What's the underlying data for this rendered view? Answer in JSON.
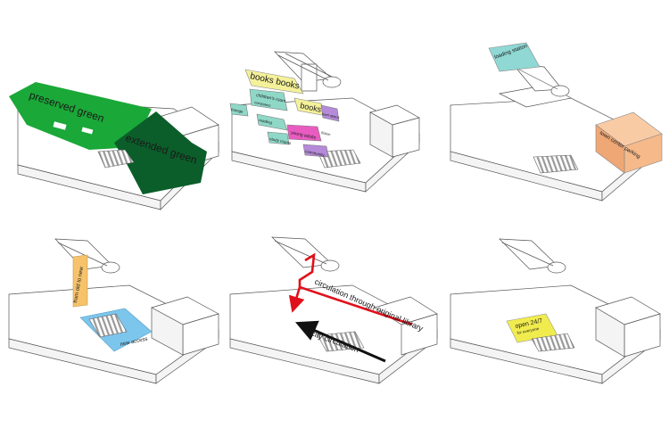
{
  "panels": {
    "p1": {
      "zones": {
        "preserved": "preserved green",
        "extended": "extended green"
      }
    },
    "p2": {
      "zones": {
        "books_a": "books  books",
        "books_b": "books",
        "childrens": "children's room",
        "community": "community",
        "teen": "teen space",
        "reading": "reading",
        "study": "study rooms",
        "young_adult": "young adults",
        "computers": "computers",
        "lounge": "lounge",
        "fiction": "fiction"
      }
    },
    "p3": {
      "zones": {
        "station": "loading station",
        "parking": "town center parking"
      }
    },
    "p4": {
      "zones": {
        "vertical": "from old to new",
        "access": "new access"
      }
    },
    "p5": {
      "zones": {
        "original": "circulation through original library",
        "city": "city circulation"
      }
    },
    "p6": {
      "zones": {
        "open": "open 24/7",
        "sub": "for everyone"
      }
    }
  },
  "colors": {
    "green_light": "#1aa838",
    "green_dark": "#0b5e2a",
    "yellow": "#f4f19a",
    "teal": "#8fd8c8",
    "purple": "#b58ad8",
    "magenta": "#e85cc0",
    "orange": "#f5b98a",
    "amber": "#f6c26a",
    "blue": "#7cc6ee",
    "red": "#e0101a",
    "black": "#111111",
    "cyan": "#8fd8d4"
  }
}
